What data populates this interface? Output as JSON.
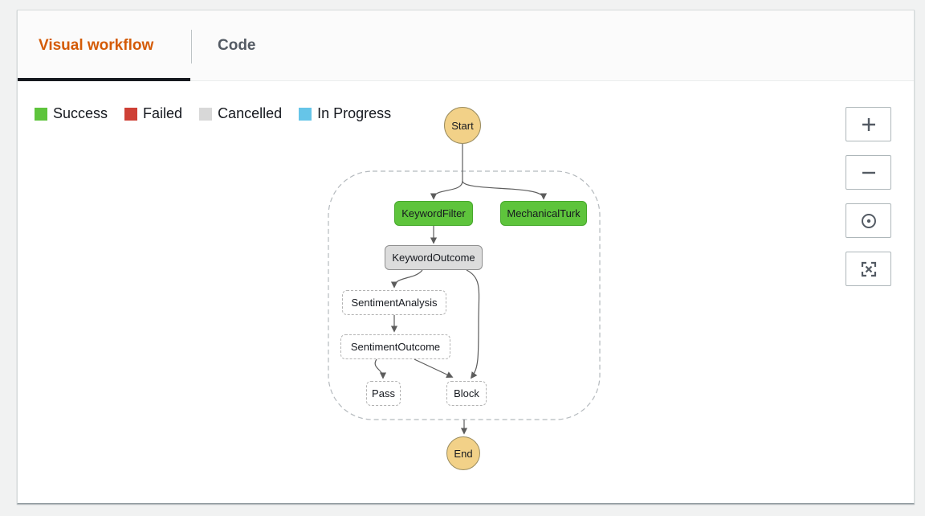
{
  "tabs": [
    {
      "label": "Visual workflow",
      "active": true
    },
    {
      "label": "Code",
      "active": false
    }
  ],
  "legend": [
    {
      "label": "Success",
      "color": "#5ec43c"
    },
    {
      "label": "Failed",
      "color": "#ce4036"
    },
    {
      "label": "Cancelled",
      "color": "#d8d8d8"
    },
    {
      "label": "In Progress",
      "color": "#66c5e8"
    }
  ],
  "graph": {
    "start": {
      "label": "Start"
    },
    "end": {
      "label": "End"
    },
    "nodes": [
      {
        "label": "KeywordFilter",
        "status": "success"
      },
      {
        "label": "MechanicalTurk",
        "status": "success"
      },
      {
        "label": "KeywordOutcome",
        "status": "cancelled"
      },
      {
        "label": "SentimentAnalysis",
        "status": "not_executed"
      },
      {
        "label": "SentimentOutcome",
        "status": "not_executed"
      },
      {
        "label": "Pass",
        "status": "not_executed"
      },
      {
        "label": "Block",
        "status": "not_executed"
      }
    ],
    "edges": [
      {
        "from": "Start",
        "to": "KeywordFilter"
      },
      {
        "from": "Start",
        "to": "MechanicalTurk"
      },
      {
        "from": "KeywordFilter",
        "to": "KeywordOutcome"
      },
      {
        "from": "KeywordOutcome",
        "to": "SentimentAnalysis"
      },
      {
        "from": "KeywordOutcome",
        "to": "Block"
      },
      {
        "from": "SentimentAnalysis",
        "to": "SentimentOutcome"
      },
      {
        "from": "SentimentOutcome",
        "to": "Pass"
      },
      {
        "from": "SentimentOutcome",
        "to": "Block"
      },
      {
        "from": "ParallelContainer",
        "to": "End"
      }
    ]
  },
  "controls": [
    {
      "name": "zoom-in"
    },
    {
      "name": "zoom-out"
    },
    {
      "name": "center"
    },
    {
      "name": "fit-view"
    }
  ],
  "colors": {
    "accent_orange": "#d45b07",
    "tab_inactive": "#545b64",
    "success": "#5ec43c",
    "failed": "#ce4036",
    "cancelled": "#d8d8d8",
    "in_progress": "#66c5e8",
    "start_end_fill": "#f2d188",
    "edge": "#5c5c5c"
  }
}
